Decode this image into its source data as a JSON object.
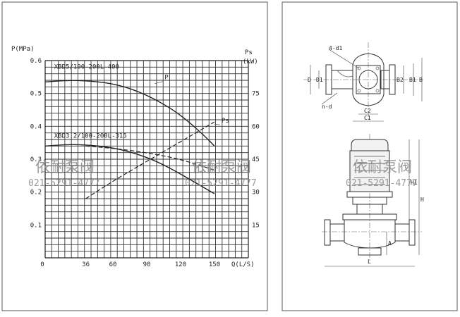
{
  "watermark": {
    "company": "依耐泵阀",
    "phone": "021-5291-4777"
  },
  "chart_data": {
    "type": "line",
    "title": "",
    "xlabel": "Q(L/S)",
    "ylabel": "P(MPa)",
    "y2label_top": "Ps",
    "y2label_bottom": "(kW)",
    "xlim": [
      0,
      180
    ],
    "ylim": [
      0,
      0.6
    ],
    "y2lim": [
      0,
      90
    ],
    "x_ticks": [
      "0",
      "36",
      "60",
      "90",
      "120",
      "150"
    ],
    "x_tick_values": [
      0,
      36,
      60,
      90,
      120,
      150
    ],
    "y_ticks": [
      "0.1",
      "0.2",
      "0.3",
      "0.4",
      "0.5",
      "0.6"
    ],
    "y_tick_values": [
      0.1,
      0.2,
      0.3,
      0.4,
      0.5,
      0.6
    ],
    "y2_ticks": [
      "15",
      "30",
      "45",
      "60",
      "75"
    ],
    "y2_tick_values": [
      15,
      30,
      45,
      60,
      75
    ],
    "grid": true,
    "models": [
      {
        "label": "XBD5/100-200L-400",
        "at_x": 8,
        "at_y": 0.575
      },
      {
        "label": "XBD3.2/100-200L-315",
        "at_x": 8,
        "at_y": 0.365
      }
    ],
    "series": [
      {
        "name": "P",
        "style": "solid",
        "axis": "left",
        "x": [
          0,
          20,
          40,
          60,
          80,
          100,
          120,
          140,
          150
        ],
        "y": [
          0.535,
          0.54,
          0.538,
          0.53,
          0.51,
          0.478,
          0.435,
          0.375,
          0.34
        ],
        "label_at": [
          97,
          0.53
        ]
      },
      {
        "name": "",
        "style": "solid",
        "axis": "left",
        "x": [
          0,
          20,
          40,
          60,
          80,
          100,
          120,
          140,
          150
        ],
        "y": [
          0.34,
          0.345,
          0.343,
          0.335,
          0.318,
          0.292,
          0.255,
          0.215,
          0.195
        ]
      },
      {
        "name": "Ps",
        "style": "dashed",
        "axis": "right",
        "x": [
          36,
          60,
          90,
          120,
          150
        ],
        "y": [
          27,
          35,
          44,
          53,
          62
        ],
        "label_at": [
          150,
          61
        ]
      },
      {
        "name": "",
        "style": "dashed",
        "axis": "right",
        "x": [
          36,
          60,
          90,
          120,
          150
        ],
        "y": [
          51,
          50,
          48,
          45,
          40
        ]
      }
    ]
  },
  "outline_top": {
    "labels": [
      "4-d1",
      "D",
      "D1",
      "B2",
      "B1",
      "B",
      "n-d",
      "C2",
      "C1"
    ]
  },
  "outline_side": {
    "labels": [
      "H1",
      "H",
      "A",
      "L"
    ]
  }
}
